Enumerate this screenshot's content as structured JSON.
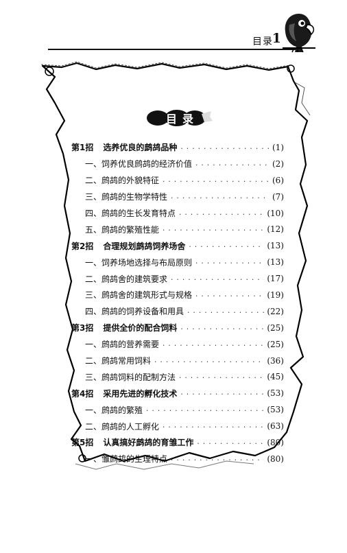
{
  "header": {
    "title": "目录",
    "page_number": "1"
  },
  "toc_title": "目录",
  "chapters": [
    {
      "number": "第1招",
      "title": "选养优良的鹧鸪品种",
      "page": "(1)",
      "sections": [
        {
          "label": "一、饲养优良鹧鸪的经济价值",
          "page": "(2)"
        },
        {
          "label": "二、鹧鸪的外貌特征",
          "page": "(6)"
        },
        {
          "label": "三、鹧鸪的生物学特性",
          "page": "(7)"
        },
        {
          "label": "四、鹧鸪的生长发育特点",
          "page": "(10)"
        },
        {
          "label": "五、鹧鸪的繁殖性能",
          "page": "(12)"
        }
      ]
    },
    {
      "number": "第2招",
      "title": "合理规划鹧鸪饲养场舍",
      "page": "(13)",
      "sections": [
        {
          "label": "一、饲养场地选择与布局原则",
          "page": "(13)"
        },
        {
          "label": "二、鹧鸪舍的建筑要求",
          "page": "(17)"
        },
        {
          "label": "三、鹧鸪舍的建筑形式与规格",
          "page": "(19)"
        },
        {
          "label": "四、鹧鸪的饲养设备和用具",
          "page": "(22)"
        }
      ]
    },
    {
      "number": "第3招",
      "title": "提供全价的配合饲料",
      "page": "(25)",
      "sections": [
        {
          "label": "一、鹧鸪的营养需要",
          "page": "(25)"
        },
        {
          "label": "二、鹧鸪常用饲料",
          "page": "(36)"
        },
        {
          "label": "三、鹧鸪饲料的配制方法",
          "page": "(45)"
        }
      ]
    },
    {
      "number": "第4招",
      "title": "采用先进的孵化技术",
      "page": "(53)",
      "sections": [
        {
          "label": "一、鹧鸪的繁殖",
          "page": "(53)"
        },
        {
          "label": "二、鹧鸪的人工孵化",
          "page": "(63)"
        }
      ]
    },
    {
      "number": "第5招",
      "title": "认真搞好鹧鸪的育雏工作",
      "page": "(80)",
      "sections": [
        {
          "label": "一、雏鹧鸪的生理特点",
          "page": "(80)"
        }
      ]
    }
  ]
}
